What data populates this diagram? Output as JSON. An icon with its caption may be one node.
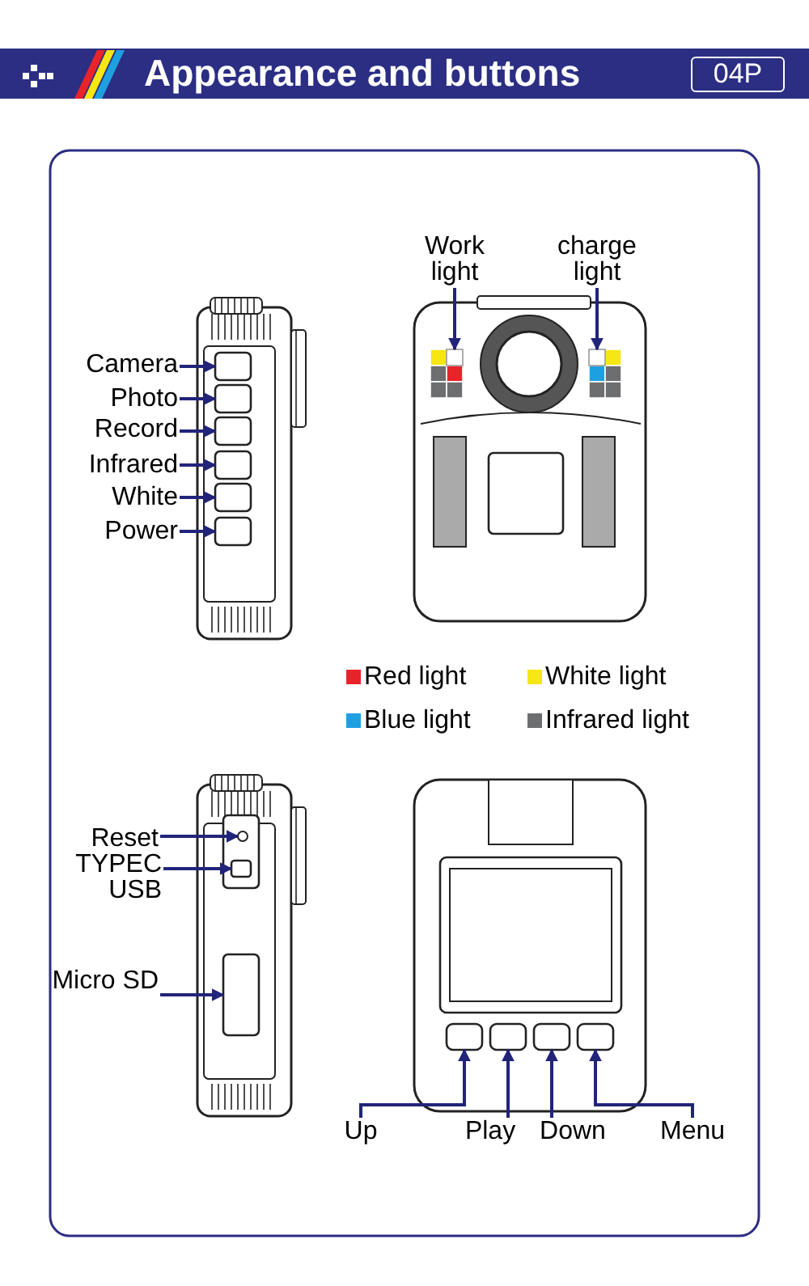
{
  "diagram": {
    "title": "Appearance and buttons",
    "nodes": [
      {
        "text": [
          "Camera"
        ]
      },
      {
        "text": [
          "Photo"
        ]
      },
      {
        "text": [
          "Record"
        ]
      },
      {
        "text": [
          "Infrared"
        ]
      },
      {
        "text": [
          "White"
        ]
      },
      {
        "text": [
          "Power"
        ]
      },
      {
        "text": [
          "Work light"
        ]
      },
      {
        "text": [
          "charge light"
        ]
      },
      {
        "text": [
          "Reset"
        ]
      },
      {
        "text": [
          "TYPEC USB"
        ]
      },
      {
        "text": [
          "Micro SD"
        ]
      },
      {
        "text": [
          "Up"
        ]
      },
      {
        "text": [
          "Play"
        ]
      },
      {
        "text": [
          "Down"
        ]
      },
      {
        "text": [
          "Menu"
        ]
      },
      {
        "text": [],
        "shape": "box"
      },
      {
        "text": [],
        "shape": "box"
      },
      {
        "text": [],
        "shape": "box"
      },
      {
        "text": [],
        "shape": "box"
      },
      {
        "text": [],
        "shape": "box"
      },
      {
        "text": [],
        "shape": "box"
      },
      {
        "text": [],
        "shape": "box"
      },
      {
        "text": [],
        "shape": "box"
      },
      {
        "text": [],
        "shape": "circle"
      },
      {
        "text": [],
        "shape": "box"
      },
      {
        "text": [],
        "shape": "box"
      },
      {
        "text": [],
        "shape": "box"
      },
      {
        "text": [],
        "shape": "box"
      },
      {
        "text": [],
        "shape": "box"
      },
      {
        "text": [],
        "shape": "box"
      }
    ],
    "edges": [
      {
        "from": 0,
        "to": 15,
        "arrow": "to"
      },
      {
        "from": 1,
        "to": 16,
        "arrow": "to"
      },
      {
        "from": 2,
        "to": 17,
        "arrow": "to"
      },
      {
        "from": 3,
        "to": 18,
        "arrow": "to"
      },
      {
        "from": 4,
        "to": 19,
        "arrow": "to"
      },
      {
        "from": 5,
        "to": 20,
        "arrow": "to"
      },
      {
        "from": 6,
        "to": 21,
        "arrow": "to"
      },
      {
        "from": 7,
        "to": 22,
        "arrow": "to"
      },
      {
        "from": 8,
        "to": 23,
        "arrow": "to"
      },
      {
        "from": 9,
        "to": 24,
        "arrow": "to"
      },
      {
        "from": 10,
        "to": 25,
        "arrow": "to"
      },
      {
        "from": 11,
        "to": 26,
        "arrow": "to"
      },
      {
        "from": 12,
        "to": 27,
        "arrow": "to"
      },
      {
        "from": 13,
        "to": 28,
        "arrow": "to"
      },
      {
        "from": 14,
        "to": 29,
        "arrow": "to"
      }
    ],
    "labels": [
      "04P"
    ],
    "legend": [
      {
        "text": "Red light",
        "color": "#e8242a"
      },
      {
        "text": "White light",
        "color": "#f5e614"
      },
      {
        "text": "Blue light",
        "color": "#1ea0e0"
      },
      {
        "text": "Infrared light",
        "color": "#6d6e70"
      }
    ]
  }
}
